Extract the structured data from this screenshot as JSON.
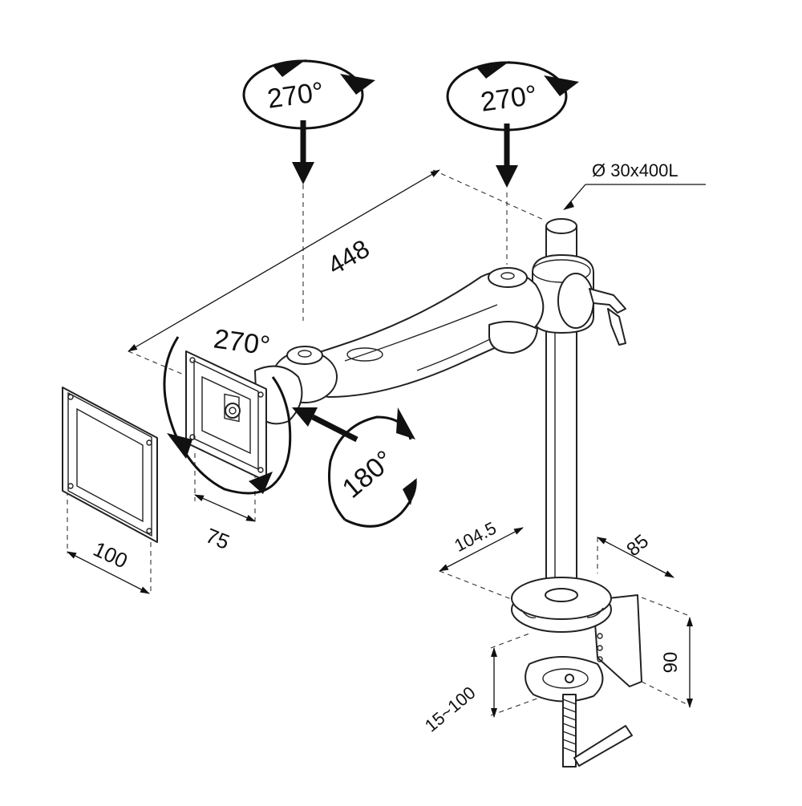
{
  "rotations": {
    "top_left": "270°",
    "top_right": "270°",
    "head_tilt": "270°",
    "head_swivel": "180°"
  },
  "dimensions": {
    "arm_length": "448",
    "pole_spec": "Ø 30x400L",
    "vesa_small": "75",
    "vesa_large": "100",
    "clamp_front": "104.5",
    "clamp_side": "85",
    "clamp_height": "90",
    "desk_thickness": "15~100"
  },
  "colors": {
    "line": "#222222",
    "background": "#ffffff"
  }
}
